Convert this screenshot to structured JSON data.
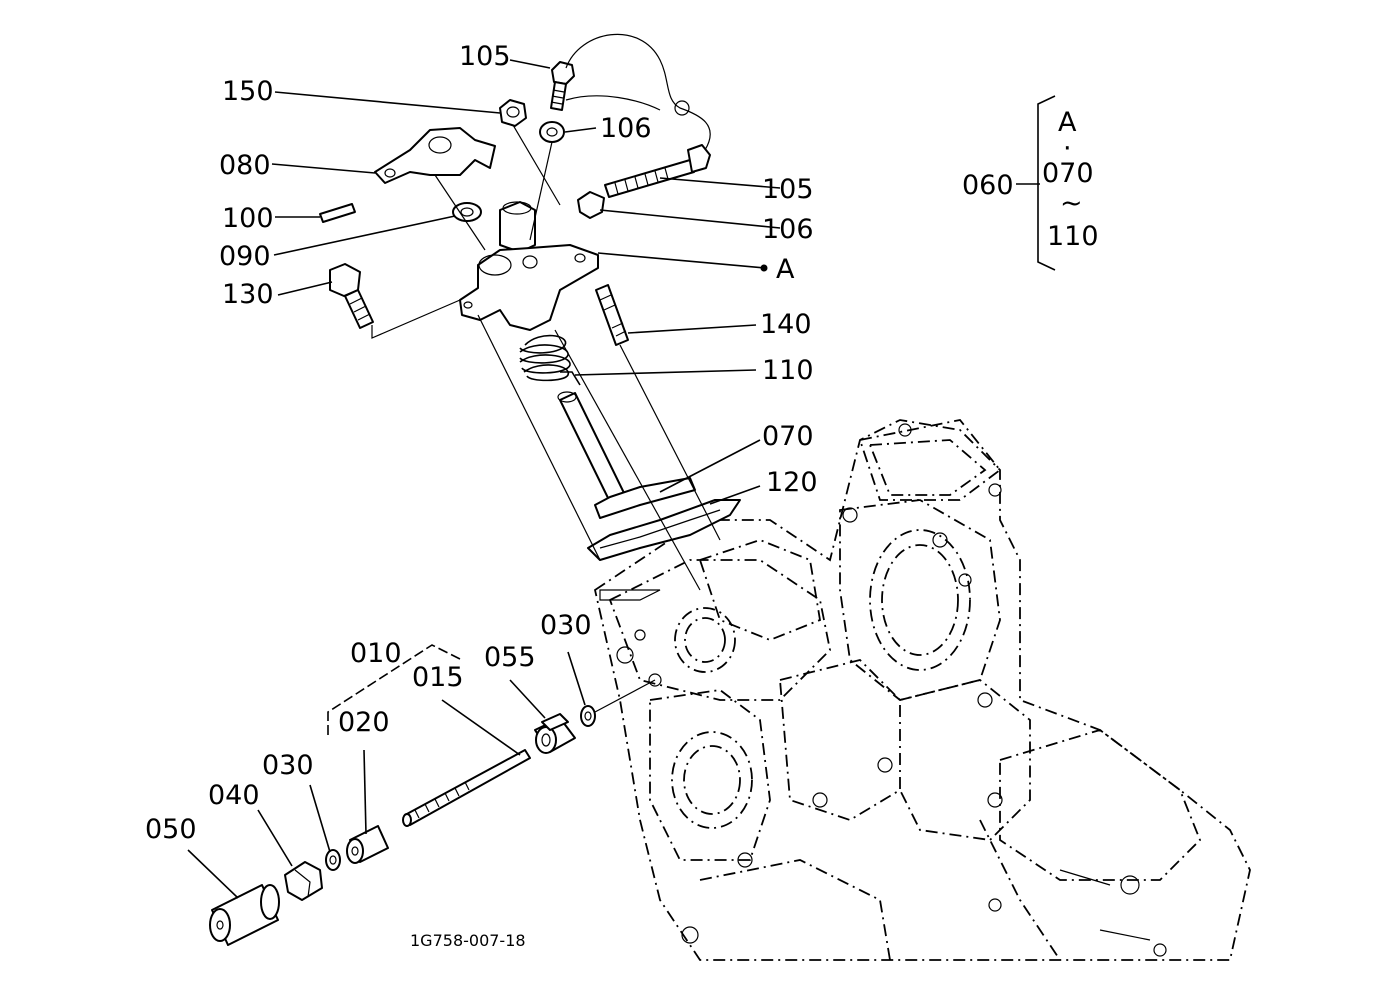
{
  "labels": {
    "l105a": "105",
    "l150": "150",
    "l106a": "106",
    "l080": "080",
    "l105b": "105",
    "l100": "100",
    "l106b": "106",
    "l090": "090",
    "lA": "A",
    "l130": "130",
    "l140": "140",
    "l110": "110",
    "l070": "070",
    "l120": "120",
    "l010": "010",
    "l015": "015",
    "l055": "055",
    "l030a": "030",
    "l020": "020",
    "l030b": "030",
    "l040": "040",
    "l050": "050"
  },
  "legend": {
    "group": "060",
    "top": "A",
    "dot": "·",
    "mid": "070",
    "tilde": "~",
    "bottom": "110"
  },
  "figure_code": "1G758-007-18"
}
